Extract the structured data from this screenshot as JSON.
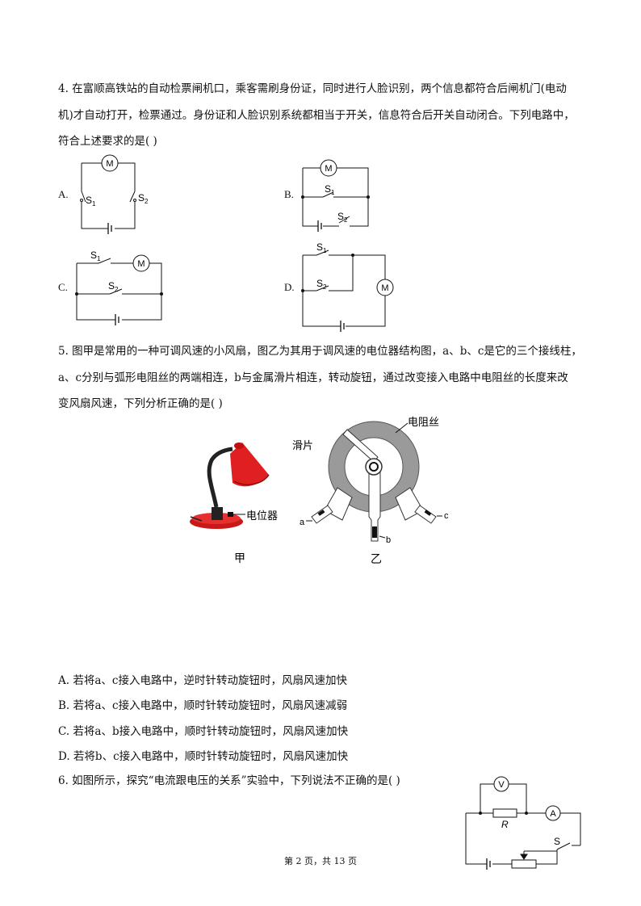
{
  "q4": {
    "line1": "4. 在富顺高铁站的自动检票闸机口，乘客需刷身份证，同时进行人脸识别，两个信息都符合后闸机门(电动",
    "line2": "机)才自动打开，检票通过。身份证和人脸识别系统都相当于开关，信息符合后开关自动闭合。下列电路中，",
    "line3": "符合上述要求的是(    )",
    "options": {
      "a": "A.",
      "b": "B.",
      "c": "C.",
      "d": "D."
    },
    "labels": {
      "motor": "M",
      "s1": "S",
      "s1_sub": "1",
      "s2": "S",
      "s2_sub": "2"
    }
  },
  "q5": {
    "line1": "5. 图甲是常用的一种可调风速的小风扇，图乙为其用于调风速的电位器结构图，a、b、c是它的三个接线柱，",
    "line2": "a、c分别与弧形电阻丝的两端相连，b与金属滑片相连，转动旋钮，通过改变接入电路中电阻丝的长度来改",
    "line3": "变风扇风速，下列分析正确的是(    )",
    "figure": {
      "label_potentiometer": "电位器",
      "caption_jia": "甲",
      "label_slider": "滑片",
      "label_wire": "电阻丝",
      "terminal_a": "a",
      "terminal_b": "b",
      "terminal_c": "c",
      "caption_yi": "乙"
    },
    "choices": [
      "A. 若将a、c接入电路中，逆时针转动旋钮时，风扇风速加快",
      "B. 若将a、c接入电路中，顺时针转动旋钮时，风扇风速减弱",
      "C. 若将a、b接入电路中，顺时针转动旋钮时，风扇风速加快",
      "D. 若将b、c接入电路中，顺时针转动旋钮时，风扇风速加快"
    ]
  },
  "q6": {
    "line1": "6. 如图所示，探究“电流跟电压的关系”实验中，下列说法不正确的是(    )",
    "labels": {
      "voltmeter": "V",
      "ammeter": "A",
      "resistor": "R",
      "switch": "S"
    }
  },
  "footer": "第 2 页，共 13 页",
  "colors": {
    "lamp": "#e02020",
    "coil": "#9a9a9a",
    "ink": "#111111"
  }
}
